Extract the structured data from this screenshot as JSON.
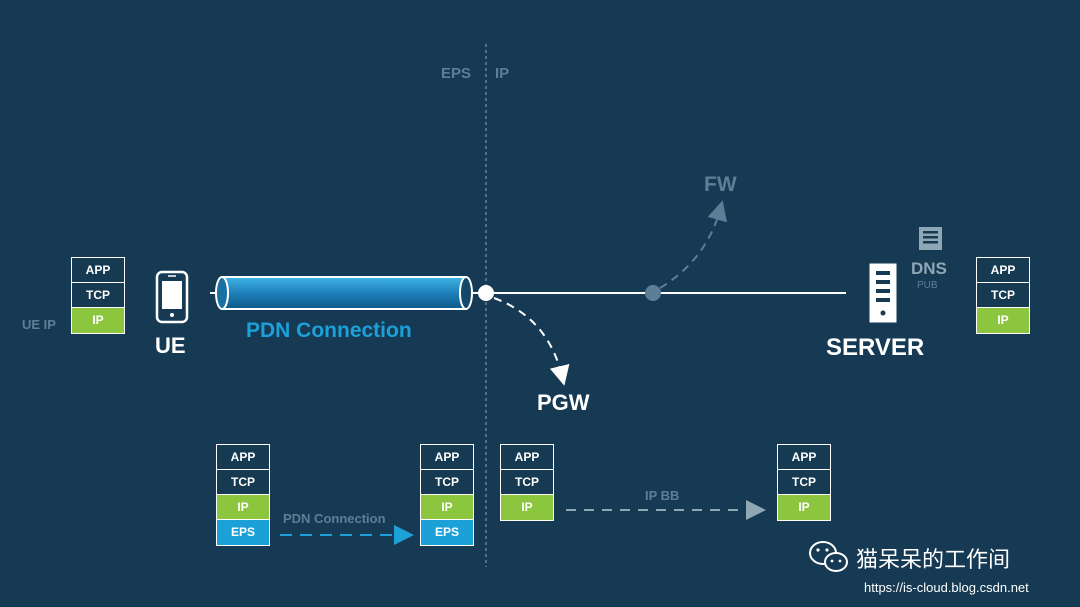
{
  "divider": {
    "left_label": "EPS",
    "right_label": "IP"
  },
  "nodes": {
    "ue_label": "UE",
    "ue_ip_label": "UE IP",
    "pdn_connection_label": "PDN Connection",
    "pgw_label": "PGW",
    "fw_label": "FW",
    "dns_label": "DNS",
    "dns_sub_label": "PUB",
    "server_label": "SERVER"
  },
  "stacks": {
    "ue": [
      "APP",
      "TCP",
      "IP"
    ],
    "server": [
      "APP",
      "TCP",
      "IP"
    ],
    "bottom_ue": [
      "APP",
      "TCP",
      "IP",
      "EPS"
    ],
    "bottom_pgw_eps": [
      "APP",
      "TCP",
      "IP",
      "EPS"
    ],
    "bottom_pgw_ip": [
      "APP",
      "TCP",
      "IP"
    ],
    "bottom_server": [
      "APP",
      "TCP",
      "IP"
    ]
  },
  "bottom_links": {
    "pdn_label": "PDN Connection",
    "ipbb_label": "IP BB"
  },
  "watermark": {
    "title": "猫呆呆的工作间",
    "url": "https://is-cloud.blog.csdn.net"
  },
  "colors": {
    "background": "#163a54",
    "ip_layer": "#8cc63f",
    "eps_layer": "#1ba1d8",
    "tunnel": "#1ba1d8"
  }
}
